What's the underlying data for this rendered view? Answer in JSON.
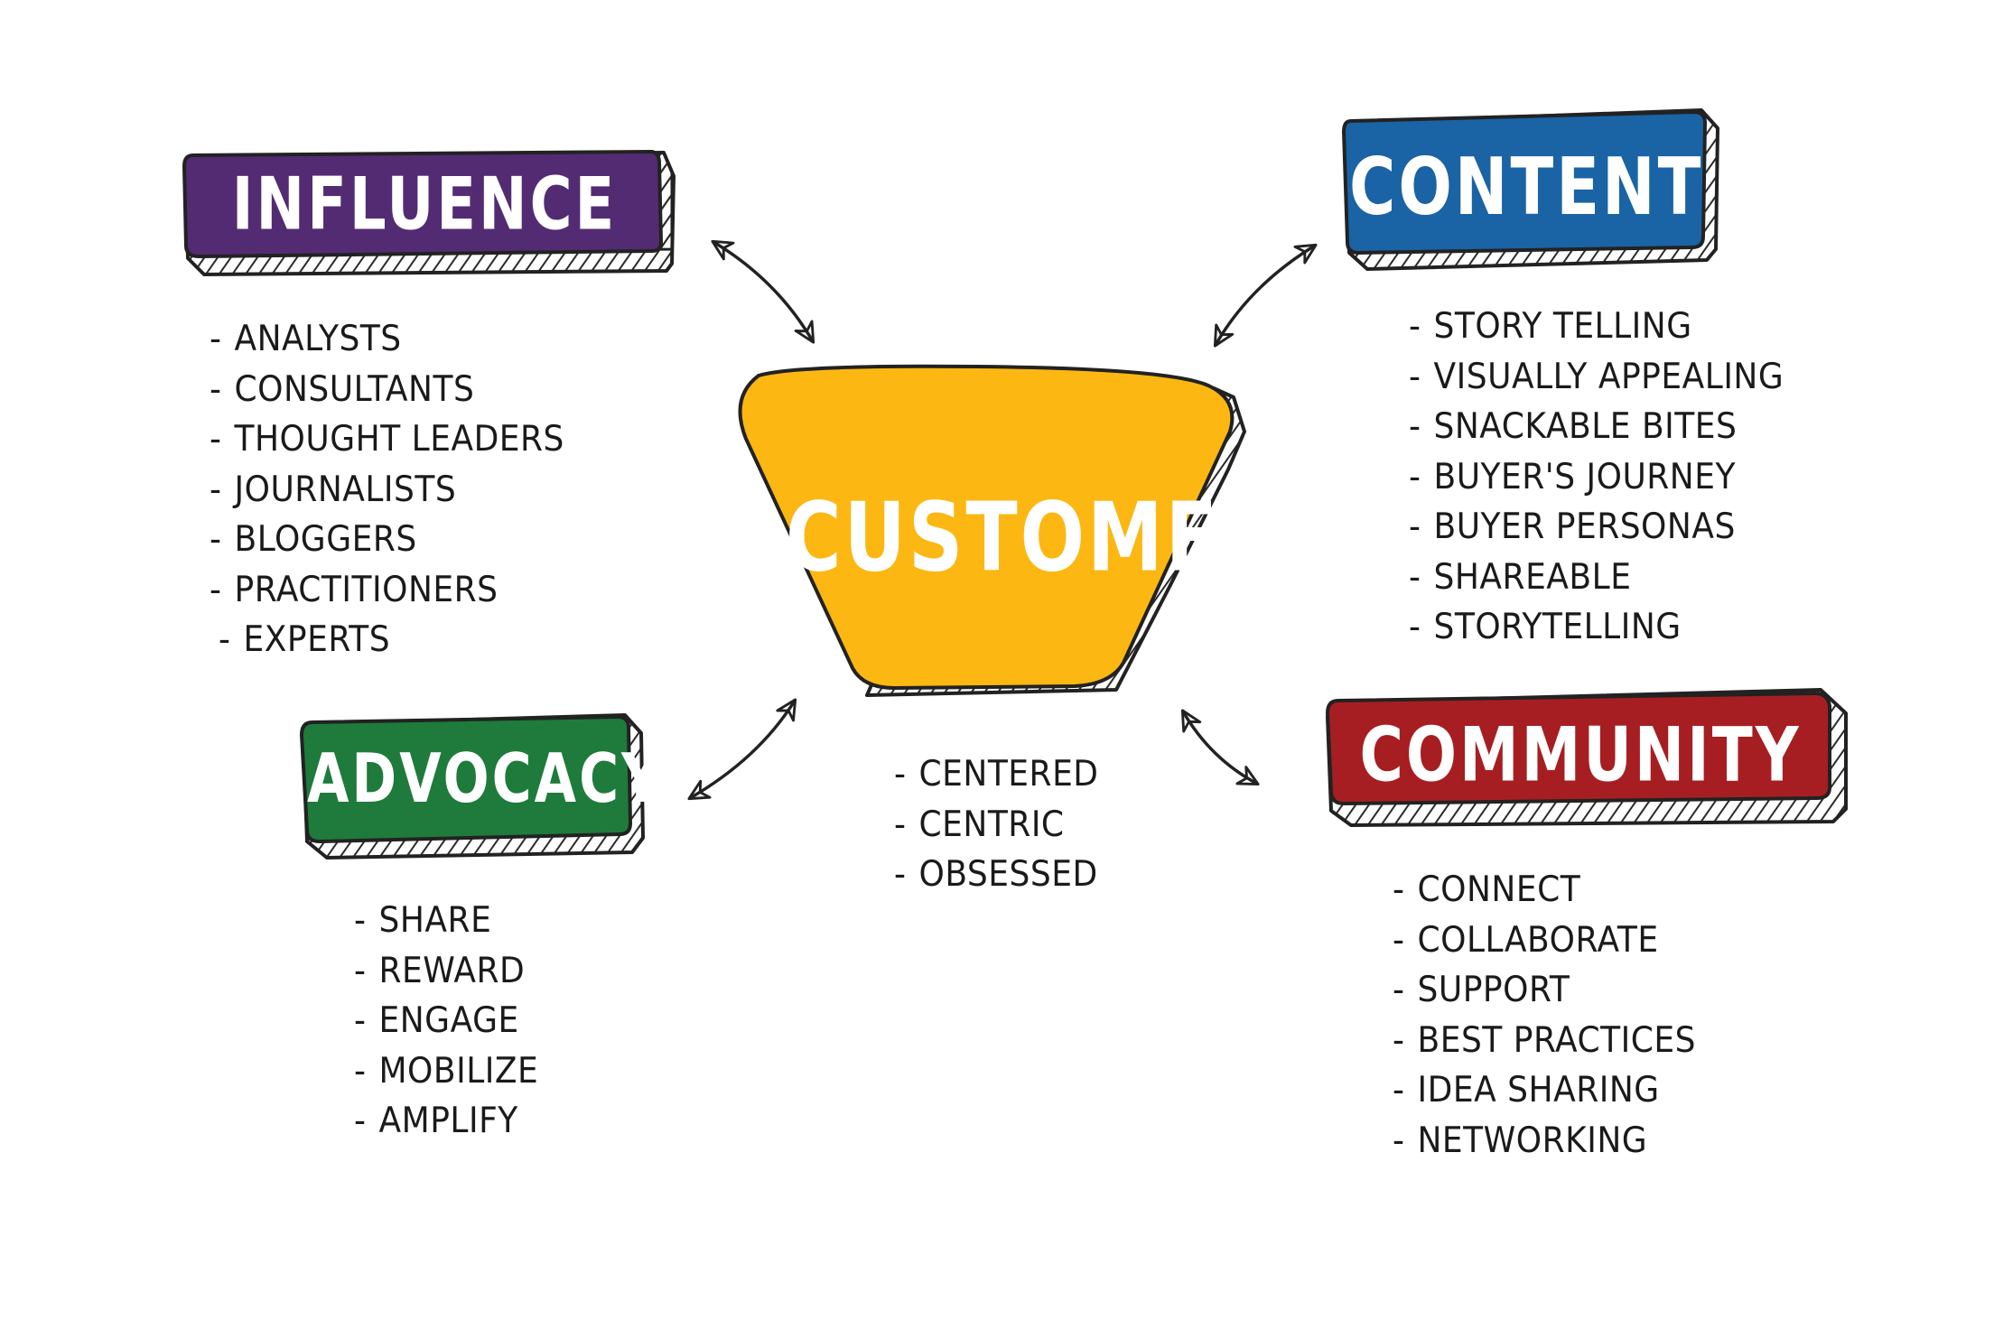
{
  "center": {
    "label": "CUSTOMER",
    "color": "#fcb712",
    "items": [
      "CENTERED",
      "CENTRIC",
      "OBSESSED"
    ]
  },
  "nodes": {
    "influence": {
      "label": "INFLUENCE",
      "color": "#532b73",
      "items": [
        "ANALYSTS",
        "CONSULTANTS",
        "THOUGHT LEADERS",
        "JOURNALISTS",
        "BLOGGERS",
        "PRACTITIONERS",
        "EXPERTS"
      ]
    },
    "content": {
      "label": "CONTENT",
      "color": "#1a63a5",
      "items": [
        "STORY TELLING",
        "VISUALLY APPEALING",
        "SNACKABLE BITES",
        "BUYER'S JOURNEY",
        "BUYER PERSONAS",
        "SHAREABLE",
        "STORYTELLING"
      ]
    },
    "advocacy": {
      "label": "ADVOCACY",
      "color": "#1e7b3b",
      "items": [
        "SHARE",
        "REWARD",
        "ENGAGE",
        "MOBILIZE",
        "AMPLIFY"
      ]
    },
    "community": {
      "label": "COMMUNITY",
      "color": "#a71e22",
      "items": [
        "CONNECT",
        "COLLABORATE",
        "SUPPORT",
        "BEST PRACTICES",
        "IDEA SHARING",
        "NETWORKING"
      ]
    }
  }
}
